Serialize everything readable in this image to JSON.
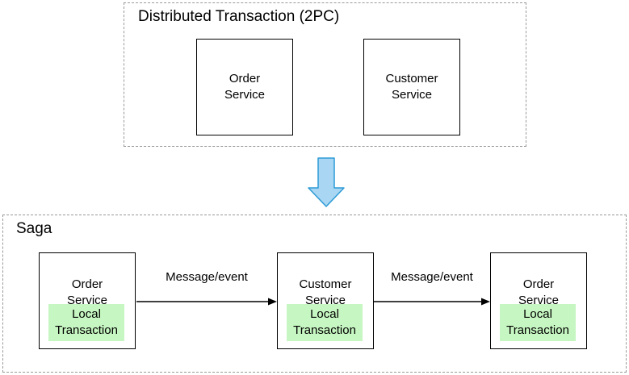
{
  "colors": {
    "background": "#ffffff",
    "container_dashed_border": "#999999",
    "service_box_border": "#000000",
    "local_transaction_fill": "#c6f6c1",
    "transition_arrow_fill": "#a9d7f3",
    "transition_arrow_stroke": "#2e9bd6",
    "message_arrow_color": "#000000",
    "text_color": "#000000"
  },
  "two_phase_commit": {
    "title": "Distributed Transaction (2PC)",
    "services": [
      {
        "name": "Order\nService"
      },
      {
        "name": "Customer\nService"
      }
    ]
  },
  "transition": {
    "arrow_icon": "thick-down-arrow"
  },
  "saga": {
    "title": "Saga",
    "services": [
      {
        "name": "Order\nService",
        "local_transaction": "Local\nTransaction"
      },
      {
        "name": "Customer\nService",
        "local_transaction": "Local\nTransaction"
      },
      {
        "name": "Order\nService",
        "local_transaction": "Local\nTransaction"
      }
    ],
    "messages": [
      {
        "label": "Message/event"
      },
      {
        "label": "Message/event"
      }
    ]
  }
}
